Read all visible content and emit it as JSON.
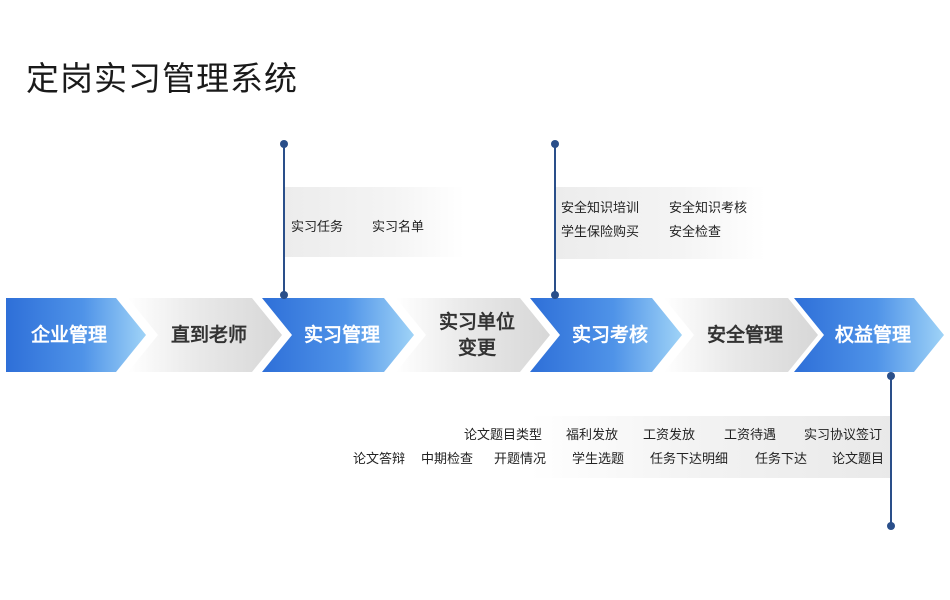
{
  "title": "定岗实习管理系统",
  "steps": [
    {
      "label": "企业管理"
    },
    {
      "label": "直到老师"
    },
    {
      "label": "实习管理"
    },
    {
      "label": "实习单位\n变更"
    },
    {
      "label": "实习考核"
    },
    {
      "label": "安全管理"
    },
    {
      "label": "权益管理"
    }
  ],
  "callout_internship": {
    "items": [
      "实习任务",
      "实习名单"
    ]
  },
  "callout_assessment": {
    "row1": [
      "安全知识培训",
      "安全知识考核"
    ],
    "row2": [
      "学生保险购买",
      "安全检查"
    ]
  },
  "callout_rights": {
    "row1": [
      "论文题目类型",
      "福利发放",
      "工资发放",
      "工资待遇",
      "实习协议签订"
    ],
    "row2": [
      "论文答辩",
      "中期检查",
      "开题情况",
      "学生选题",
      "任务下达明细",
      "任务下达",
      "论文题目"
    ]
  },
  "colors": {
    "accent_blue": "#2e6fd8",
    "line": "#2a4f8a",
    "grey_step": "#d7d7d7"
  }
}
